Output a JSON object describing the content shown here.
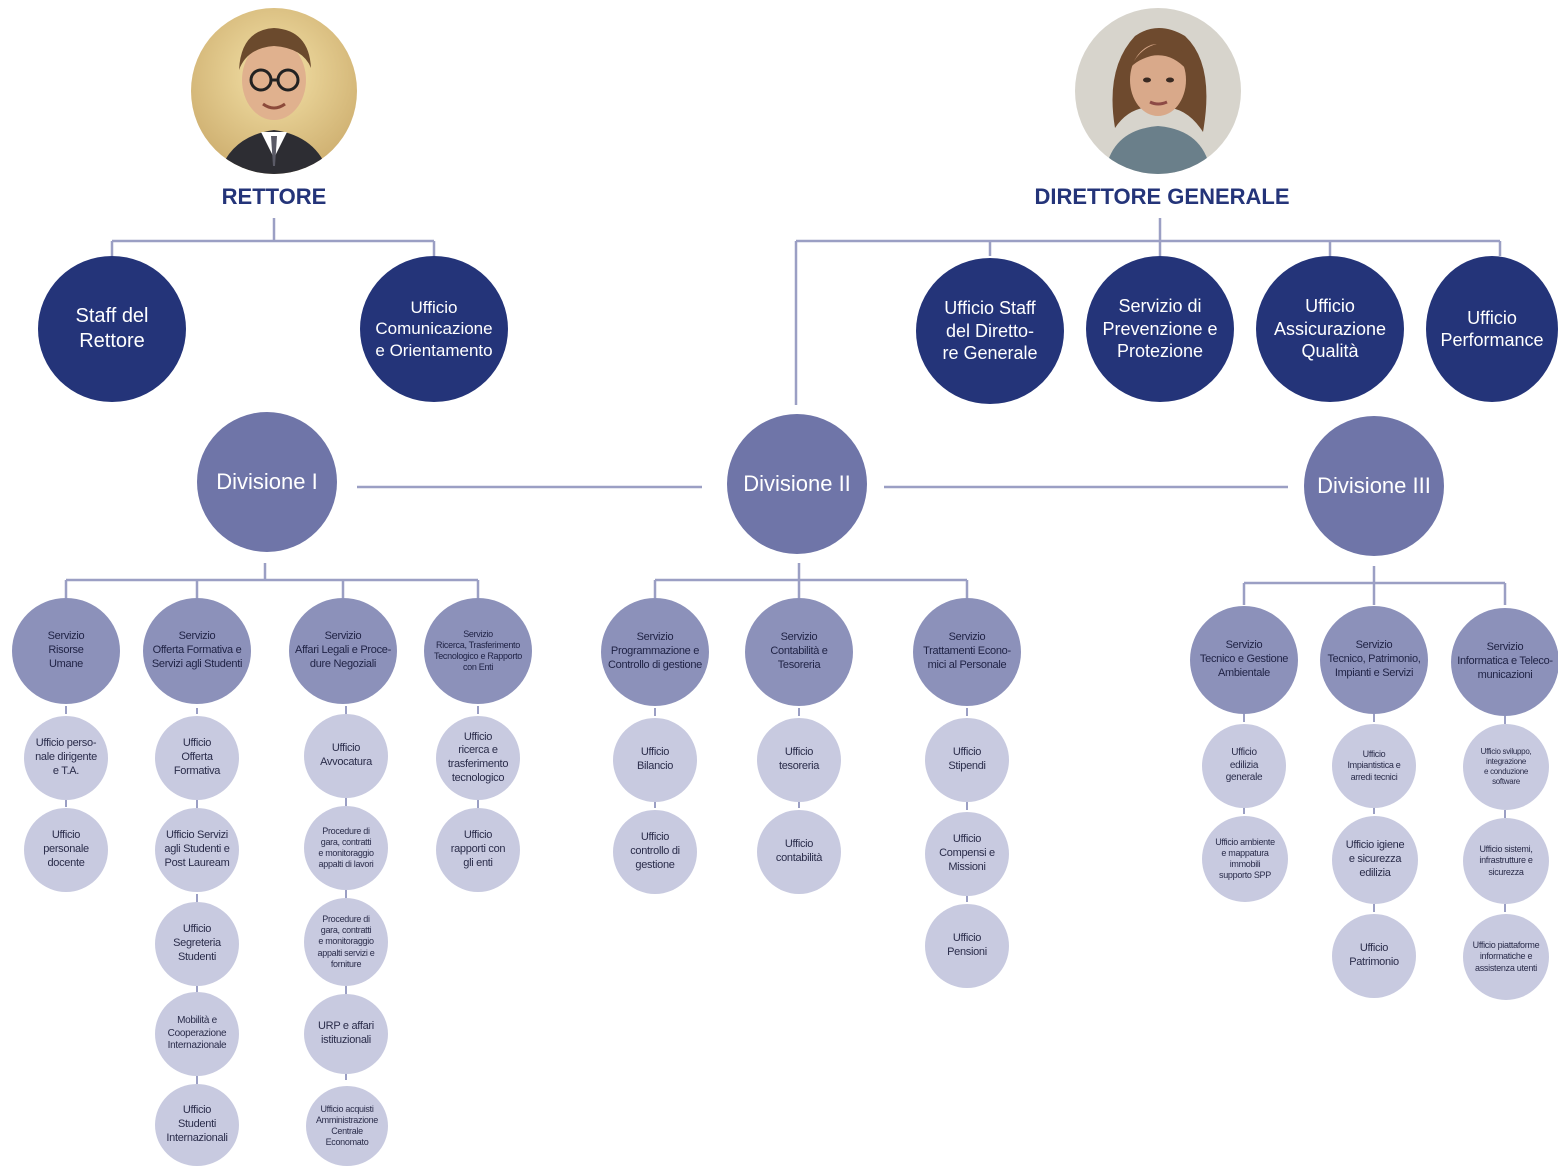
{
  "top_roles": {
    "rector": "RETTORE",
    "director_general": "DIRETTORE GENERALE"
  },
  "rector_staff": [
    "Staff del\nRettore",
    "Ufficio\nComunicazione\ne Orientamento"
  ],
  "director_staff": [
    "Ufficio Staff\ndel Diretto-\nre Generale",
    "Servizio di\nPrevenzione e\nProtezione",
    "Ufficio\nAssicurazione\nQualità",
    "Ufficio\nPerformance"
  ],
  "divisions": [
    "Divisione I",
    "Divisione II",
    "Divisione III"
  ],
  "div1_services": [
    {
      "name": "Servizio\nRisorse\nUmane",
      "offices": [
        "Ufficio perso-\nnale dirigente\ne T.A.",
        "Ufficio\npersonale\ndocente"
      ]
    },
    {
      "name": "Servizio\nOfferta Formativa e\nServizi agli Studenti",
      "offices": [
        "Ufficio\nOfferta\nFormativa",
        "Ufficio Servizi\nagli Studenti e\nPost Lauream",
        "Ufficio\nSegreteria\nStudenti",
        "Mobilità e\nCooperazione\nInternazionale",
        "Ufficio\nStudenti\nInternazionali"
      ]
    },
    {
      "name": "Servizio\nAffari Legali e Proce-\ndure Negoziali",
      "offices": [
        "Ufficio\nAvvocatura",
        "Procedure di\ngara, contratti\ne monitoraggio\nappalti di lavori",
        "Procedure di\ngara, contratti\ne monitoraggio\nappalti servizi e\nforniture",
        "URP e affari\nistituzionali",
        "Ufficio acquisti\nAmministrazione\nCentrale\nEconomato"
      ]
    },
    {
      "name": "Servizio\nRicerca, Trasferimento\nTecnologico e Rapporto\ncon Enti",
      "offices": [
        "Ufficio\nricerca e\ntrasferimento\ntecnologico",
        "Ufficio\nrapporti con\ngli enti"
      ]
    }
  ],
  "div2_services": [
    {
      "name": "Servizio\nProgrammazione e\nControllo di gestione",
      "offices": [
        "Ufficio\nBilancio",
        "Ufficio\ncontrollo di\ngestione"
      ]
    },
    {
      "name": "Servizio\nContabilità e\nTesoreria",
      "offices": [
        "Ufficio\ntesoreria",
        "Ufficio\ncontabilità"
      ]
    },
    {
      "name": "Servizio\nTrattamenti Econo-\nmici al Personale",
      "offices": [
        "Ufficio\nStipendi",
        "Ufficio\nCompensi e\nMissioni",
        "Ufficio\nPensioni"
      ]
    }
  ],
  "div3_services": [
    {
      "name": "Servizio\nTecnico e Gestione\nAmbientale",
      "offices": [
        "Ufficio\nedilizia\ngenerale",
        "Ufficio ambiente\ne mappatura\nimmobili\nsupporto SPP"
      ]
    },
    {
      "name": "Servizio\nTecnico, Patrimonio,\nImpianti e Servizi",
      "offices": [
        "Ufficio\nImpiantistica e\narredi tecnici",
        "Ufficio igiene\ne sicurezza\nedilizia",
        "Ufficio\nPatrimonio"
      ]
    },
    {
      "name": "Servizio\nInformatica e Teleco-\nmunicazioni",
      "offices": [
        "Ufficio sviluppo,\nintegrazione\ne conduzione\nsoftware",
        "Ufficio sistemi,\ninfrastrutture e\nsicurezza",
        "Ufficio piattaforme\ninformatiche e\nassistenza utenti"
      ]
    }
  ],
  "colors": {
    "dark_navy": "#243479",
    "division": "#6f75a8",
    "service": "#8c91ba",
    "office": "#c8cae0",
    "line": "#9b9fc4"
  }
}
